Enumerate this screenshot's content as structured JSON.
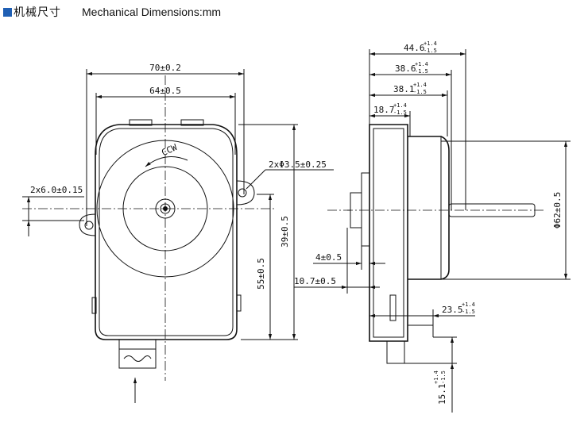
{
  "header": {
    "title_cn": "机械尺寸",
    "title_en": "Mechanical Dimensions:mm",
    "accent_color": "#1f5fb4"
  },
  "front_view": {
    "width_overall": "70±0.2",
    "width_body": "64±0.5",
    "hole_left": "2x6.0±0.15",
    "hole_right": "2xΦ3.5±0.25",
    "rotation": "CCW",
    "height_total": "39±0.5",
    "height_center": "55±0.5"
  },
  "side_view": {
    "d1_main": "44.6",
    "d1_tol": [
      "+1.4",
      "-1.5"
    ],
    "d2_main": "38.6",
    "d2_tol": [
      "+1.4",
      "-1.5"
    ],
    "d3_main": "38.1",
    "d3_tol": [
      "+1.4",
      "-1.5"
    ],
    "d4_main": "18.7",
    "d4_tol": [
      "+1.4",
      "-1.5"
    ],
    "diameter": "Φ62±0.5",
    "dim_4": "4±0.5",
    "dim_10_7": "10.7±0.5",
    "d5_main": "23.5",
    "d5_tol": [
      "+1.4",
      "-1.5"
    ],
    "d6_main": "15.1",
    "d6_tol": [
      "+1.4",
      "-1.5"
    ]
  }
}
